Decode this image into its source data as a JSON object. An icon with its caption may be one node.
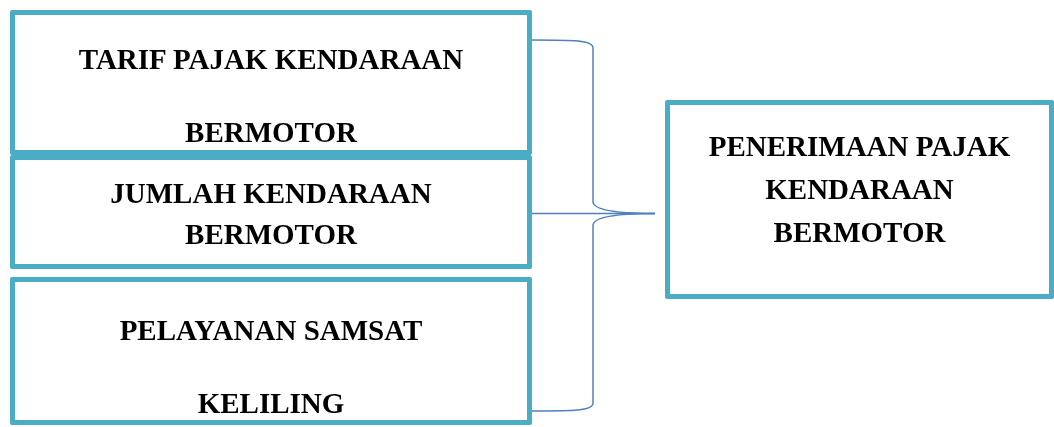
{
  "diagram": {
    "nodes": [
      {
        "text": [
          "TARIF PAJAK KENDARAAN BERMOTOR"
        ]
      },
      {
        "text": [
          "JUMLAH KENDARAAN BERMOTOR"
        ]
      },
      {
        "text": [
          "PELAYANAN SAMSAT KELILING"
        ]
      },
      {
        "text": [
          "PENERIMAAN PAJAK KENDARAAN BERMOTOR"
        ]
      }
    ],
    "edges": [
      {
        "from": 0,
        "to": 3,
        "arrow": "none"
      },
      {
        "from": 1,
        "to": 3,
        "arrow": "none"
      },
      {
        "from": 2,
        "to": 3,
        "arrow": "none"
      }
    ]
  }
}
